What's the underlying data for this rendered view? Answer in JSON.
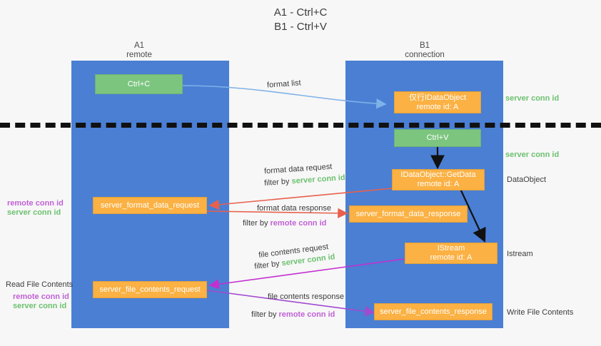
{
  "title": {
    "line1": "A1 - Ctrl+C",
    "line2": "B1 - Ctrl+V"
  },
  "lanes": [
    {
      "id": "a1",
      "name": "A1",
      "role": "remote"
    },
    {
      "id": "b1",
      "name": "B1",
      "role": "connection"
    }
  ],
  "nodes": {
    "ctrl_c": {
      "line1": "Ctrl+C",
      "line2": ""
    },
    "idataobject": {
      "line1": "仅行IDataObject",
      "line2": "remote id: A"
    },
    "ctrl_v": {
      "line1": "Ctrl+V",
      "line2": ""
    },
    "getdata": {
      "line1": "IDataObject::GetData",
      "line2": "remote id: A"
    },
    "istream": {
      "line1": "IStream",
      "line2": "remote id: A"
    },
    "sfdreq": {
      "line1": "server_format_data_request",
      "line2": ""
    },
    "sfdresp": {
      "line1": "server_format_data_response",
      "line2": ""
    },
    "sfcreq": {
      "line1": "server_file_contents_request",
      "line2": ""
    },
    "sfcresp": {
      "line1": "server_file_contents_response",
      "line2": ""
    }
  },
  "edge_labels": {
    "format_list": "format list",
    "format_data_request": "format data request",
    "format_data_request_filter_prefix": "filter by ",
    "format_data_request_filter_value": "server conn id",
    "format_data_response": "format data response",
    "format_data_response_filter_prefix": "filter by ",
    "format_data_response_filter_value": "remote conn id",
    "file_contents_request": "file contents request",
    "file_contents_request_filter_prefix": "filter by ",
    "file_contents_request_filter_value": "server conn id",
    "file_contents_response": "file contents response",
    "file_contents_response_filter_prefix": "filter by ",
    "file_contents_response_filter_value": "remote conn id"
  },
  "right_labels": {
    "server_conn_id_top": "server conn id",
    "server_conn_id_mid": "server conn id",
    "dataobject": "DataObject",
    "istream": "Istream",
    "write_file_contents": "Write File Contents"
  },
  "left_labels": {
    "remote_conn_id_1": "remote conn id",
    "server_conn_id_1": "server conn id",
    "read_file_contents": "Read File Contents",
    "remote_conn_id_2": "remote conn id",
    "server_conn_id_2": "server conn id"
  },
  "colors": {
    "lane": "#4a7fd4",
    "green_node": "#7cc57f",
    "orange_node": "#fbb143",
    "green_text": "#6cc16f",
    "purple_text": "#c061d6",
    "arrow_light_blue": "#7fb2e8",
    "arrow_red": "#e8604c",
    "arrow_magenta": "#c42fd0",
    "arrow_purple": "#a14bd0",
    "arrow_black": "#111111",
    "background": "#f7f7f7"
  }
}
